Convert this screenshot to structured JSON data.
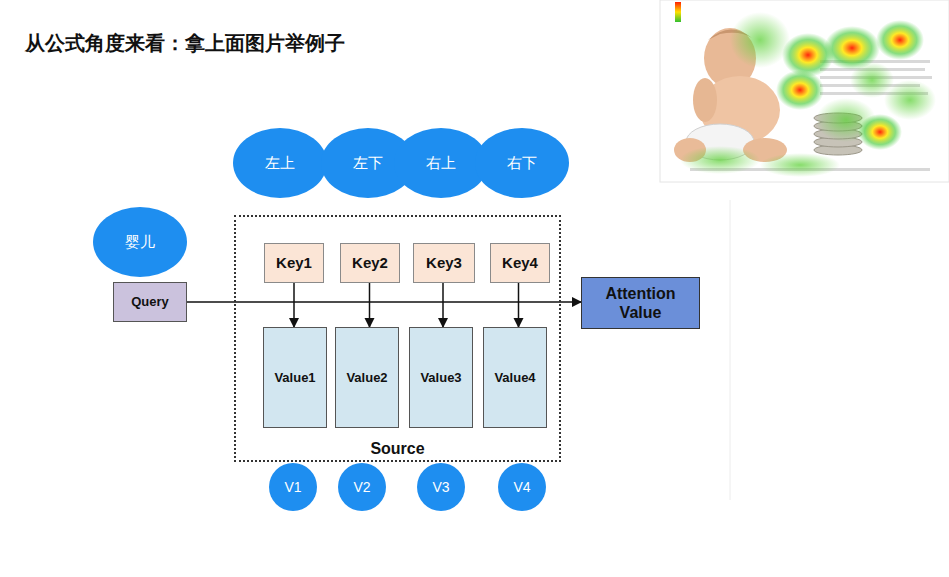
{
  "diagram": {
    "title": "从公式角度来看：拿上面图片举例子",
    "nodes": [
      {
        "text": [
          "左上"
        ]
      },
      {
        "text": [
          "左下"
        ]
      },
      {
        "text": [
          "右上"
        ]
      },
      {
        "text": [
          "右下"
        ]
      },
      {
        "text": [
          "婴儿"
        ]
      },
      {
        "text": [
          "Query"
        ]
      },
      {
        "text": [
          "Source"
        ]
      },
      {
        "text": [
          "Key1"
        ],
        "in": 6
      },
      {
        "text": [
          "Key2"
        ],
        "in": 6
      },
      {
        "text": [
          "Key3"
        ],
        "in": 6
      },
      {
        "text": [
          "Key4"
        ],
        "in": 6
      },
      {
        "text": [
          "Value1"
        ],
        "in": 6
      },
      {
        "text": [
          "Value2"
        ],
        "in": 6
      },
      {
        "text": [
          "Value3"
        ],
        "in": 6
      },
      {
        "text": [
          "Value4"
        ],
        "in": 6
      },
      {
        "text": [
          "Attention Value"
        ]
      },
      {
        "text": [
          "V1"
        ]
      },
      {
        "text": [
          "V2"
        ]
      },
      {
        "text": [
          "V3"
        ]
      },
      {
        "text": [
          "V4"
        ]
      }
    ],
    "edges": [
      {
        "from": 7,
        "to": 11,
        "arrow": "to"
      },
      {
        "from": 8,
        "to": 12,
        "arrow": "to"
      },
      {
        "from": 9,
        "to": 13,
        "arrow": "to"
      },
      {
        "from": 10,
        "to": 14,
        "arrow": "to"
      },
      {
        "from": 5,
        "to": 15,
        "arrow": "to"
      }
    ]
  }
}
